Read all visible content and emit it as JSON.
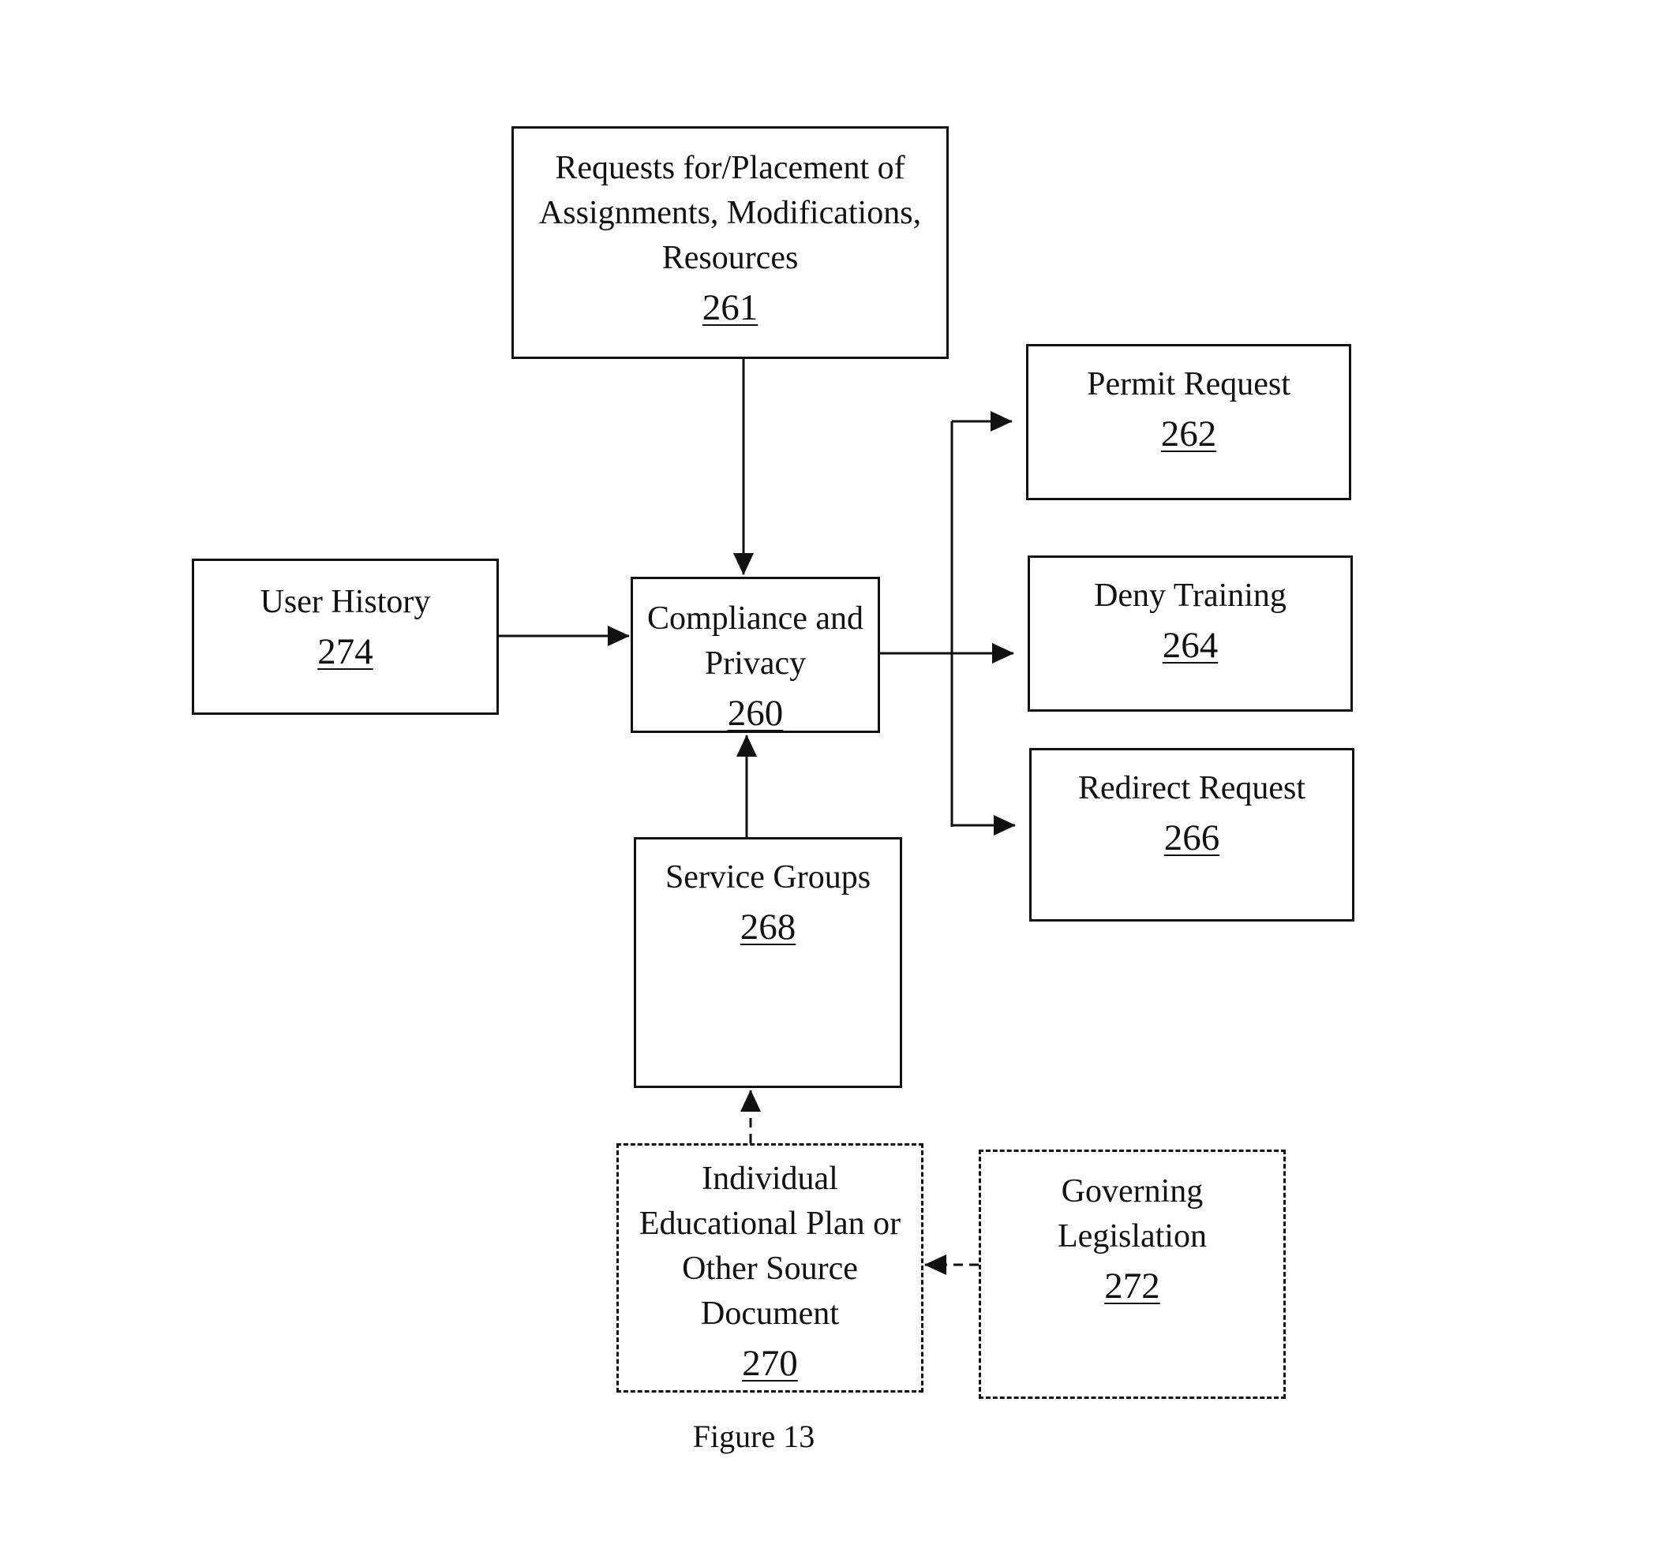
{
  "figure": {
    "caption": "Figure 13"
  },
  "nodes": {
    "requests": {
      "lines": [
        "Requests for/Placement of",
        "Assignments, Modifications,",
        "Resources"
      ],
      "ref": "261"
    },
    "permit": {
      "lines": [
        "Permit Request"
      ],
      "ref": "262"
    },
    "deny": {
      "lines": [
        "Deny Training"
      ],
      "ref": "264"
    },
    "redirect": {
      "lines": [
        "Redirect Request"
      ],
      "ref": "266"
    },
    "user_history": {
      "lines": [
        "User History"
      ],
      "ref": "274"
    },
    "compliance": {
      "lines": [
        "Compliance and",
        "Privacy"
      ],
      "ref": "260"
    },
    "service_groups": {
      "lines": [
        "Service Groups"
      ],
      "ref": "268"
    },
    "iep": {
      "lines": [
        "Individual",
        "Educational Plan or",
        "Other Source",
        "Document"
      ],
      "ref": "270"
    },
    "legislation": {
      "lines": [
        "Governing",
        "Legislation"
      ],
      "ref": "272"
    }
  },
  "colors": {
    "ink": "#111111",
    "background": "#ffffff"
  }
}
